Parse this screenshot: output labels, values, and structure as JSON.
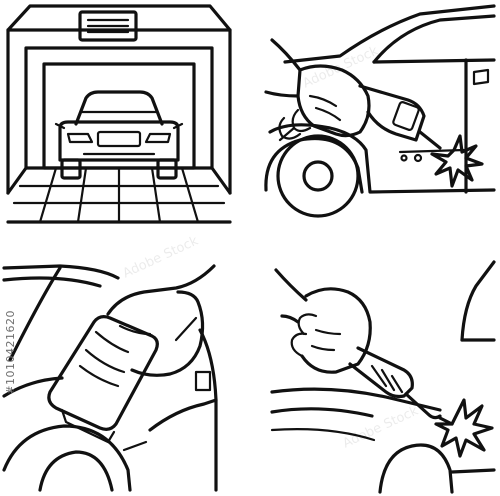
{
  "illustration": {
    "panels": [
      {
        "id": "paint-booth"
      },
      {
        "id": "welding-door"
      },
      {
        "id": "polishing-hood"
      },
      {
        "id": "torch-fender"
      }
    ]
  },
  "watermark": {
    "brand": "Adobe Stock",
    "id_text": "#1010421620",
    "color": "#6f6f6f"
  },
  "colors": {
    "stroke": "#111111",
    "background": "#ffffff"
  }
}
